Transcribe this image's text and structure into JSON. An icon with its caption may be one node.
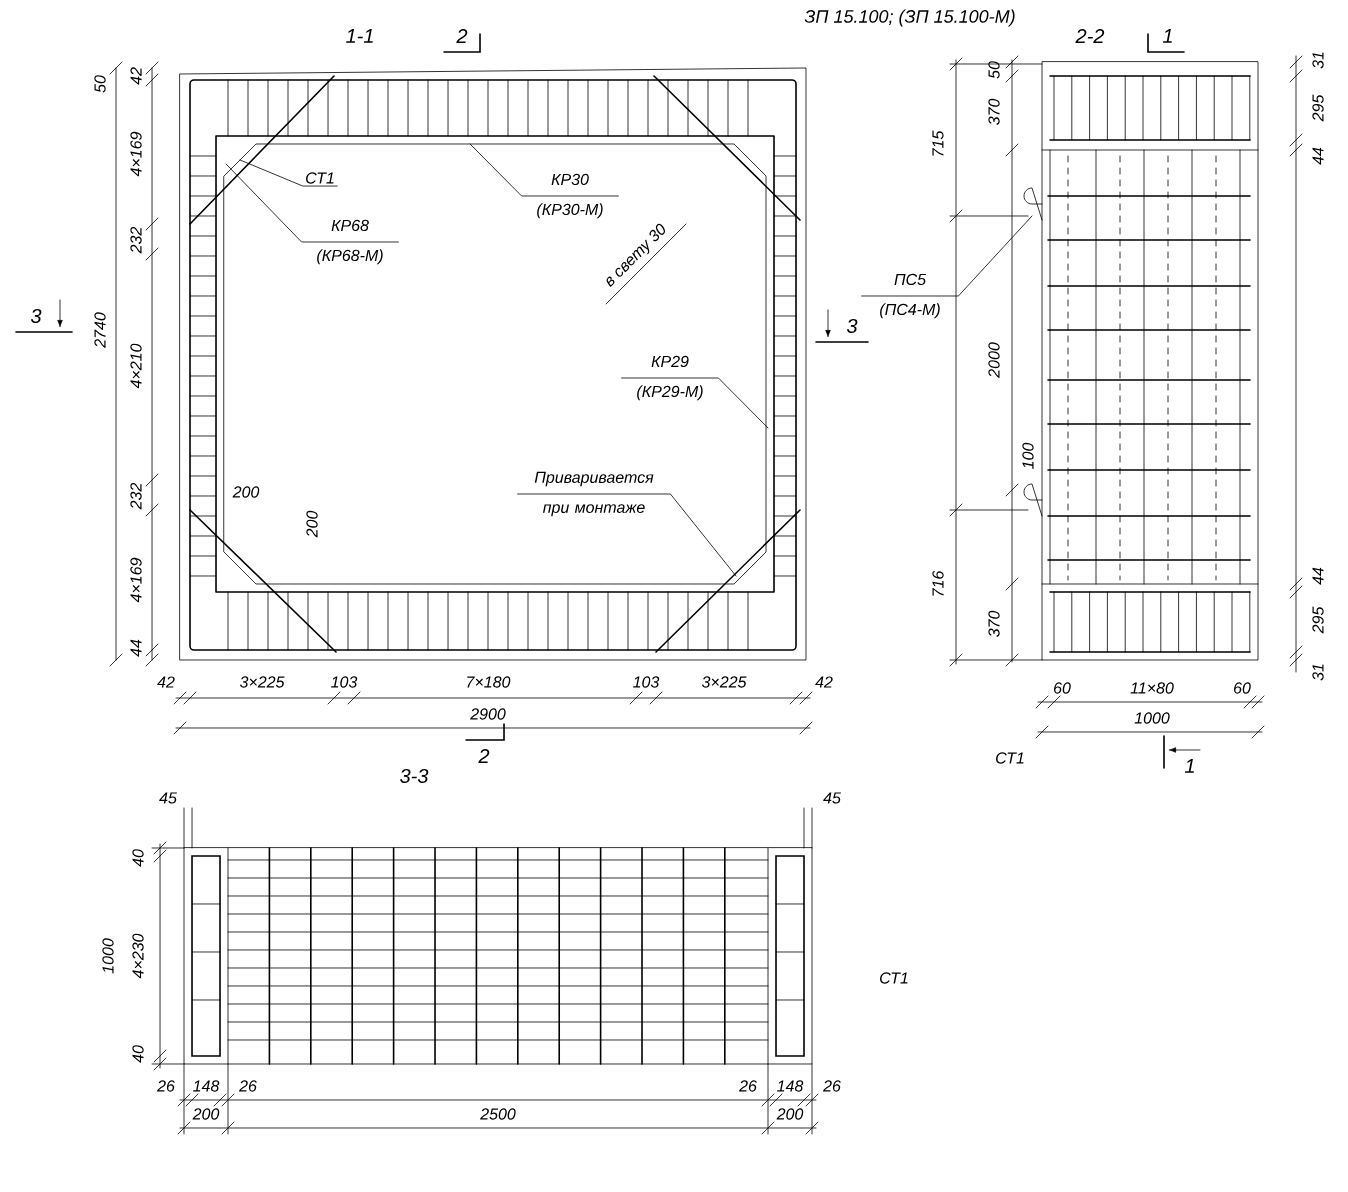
{
  "diagram": {
    "title": "ЗП 15.100; (ЗП 15.100-М)",
    "nodes": [
      {
        "text": [
          "СТ1"
        ]
      },
      {
        "text": [
          "КР30 (КР30-М)"
        ]
      },
      {
        "text": [
          "КР68 (КР68-М)"
        ]
      },
      {
        "text": [
          "КР29 (КР29-М)"
        ]
      },
      {
        "text": [
          "Приваривается при монтаже"
        ]
      },
      {
        "text": [
          "ПС5 (ПС4-М)"
        ]
      }
    ],
    "edges": [
      {
        "from": 0,
        "to": null,
        "arrow": "none"
      },
      {
        "from": 1,
        "to": null,
        "arrow": "none"
      },
      {
        "from": 2,
        "to": null,
        "arrow": "none"
      },
      {
        "from": 3,
        "to": null,
        "arrow": "none"
      },
      {
        "from": 4,
        "to": null,
        "arrow": "none"
      },
      {
        "from": 5,
        "to": null,
        "arrow": "none"
      }
    ],
    "labels": [
      "1-1",
      "2",
      "2-2",
      "1",
      "50",
      "42",
      "4×169",
      "232",
      "2740",
      "4×210",
      "3",
      "в свету 30",
      "3",
      "232",
      "200",
      "200",
      "4×169",
      "44",
      "42",
      "3×225",
      "103",
      "7×180",
      "103",
      "3×225",
      "42",
      "2900",
      "2",
      "50",
      "370",
      "715",
      "31",
      "295",
      "44",
      "2000",
      "100",
      "716",
      "370",
      "44",
      "295",
      "31",
      "60",
      "11×80",
      "60",
      "1000",
      "СТ1",
      "1",
      "3-3",
      "45",
      "45",
      "40",
      "1000",
      "4×230",
      "СТ1",
      "40",
      "26",
      "148",
      "26",
      "26",
      "148",
      "26",
      "200",
      "2500",
      "200"
    ]
  }
}
